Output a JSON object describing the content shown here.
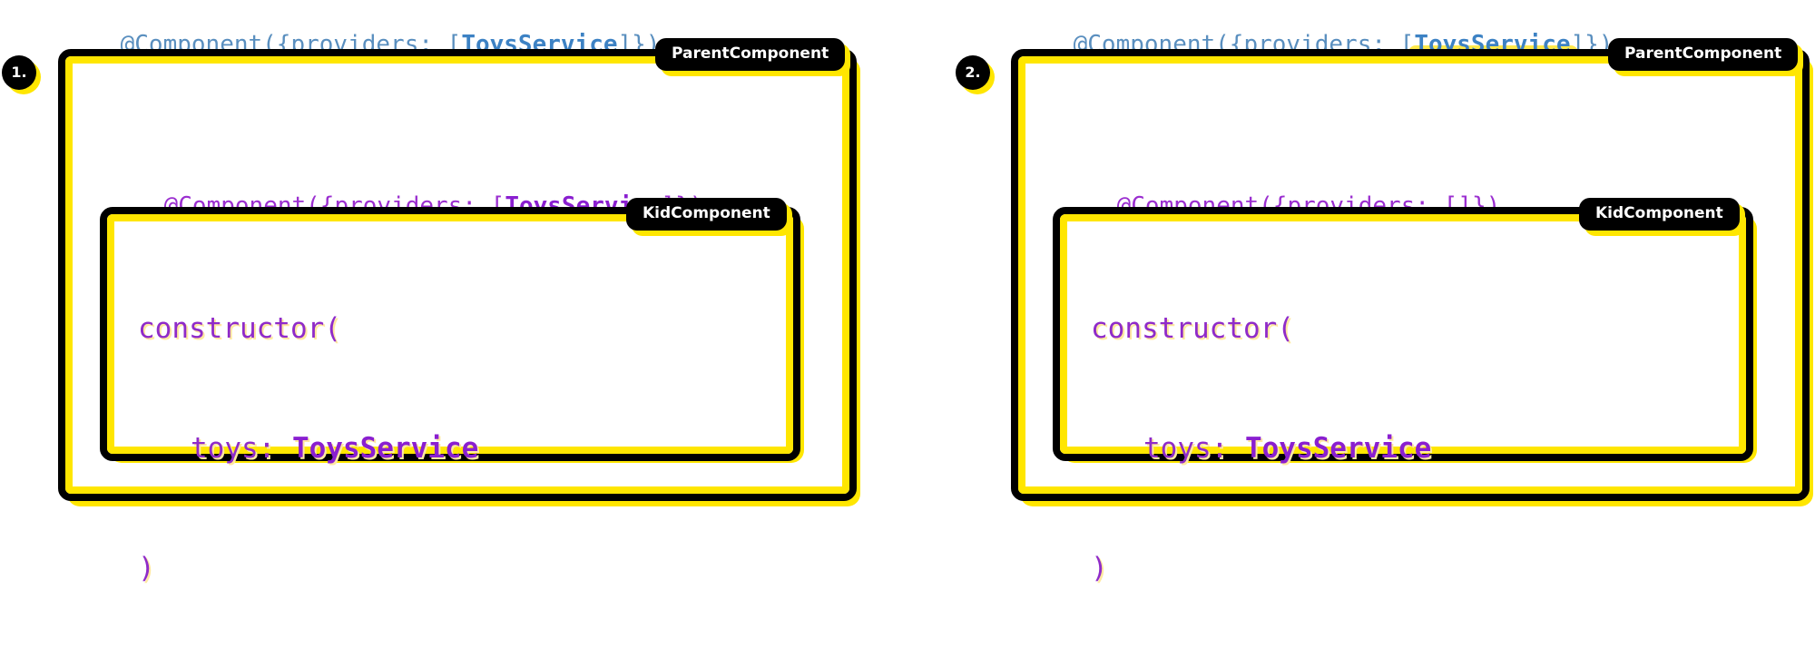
{
  "panels": [
    {
      "number": "1.",
      "parent_decorator": {
        "prefix": "@Component({providers: [",
        "service": "ToysService",
        "suffix": "]})"
      },
      "parent_label": "ParentComponent",
      "kid_decorator": {
        "prefix": "@Component({providers: [",
        "service": "ToysService",
        "suffix": "]})"
      },
      "kid_label": "KidComponent",
      "constructor": {
        "open": "constructor(",
        "param": "toys: ",
        "type": "ToysService",
        "close": ")"
      }
    },
    {
      "number": "2.",
      "parent_decorator": {
        "prefix": "@Component({providers: [",
        "service": "ToysService",
        "suffix": "]})"
      },
      "parent_label": "ParentComponent",
      "kid_decorator": {
        "prefix": "@Component({providers: []})"
      },
      "kid_label": "KidComponent",
      "constructor": {
        "open": "constructor(",
        "param": "toys: ",
        "type": "ToysService",
        "close": ")"
      }
    }
  ],
  "colors": {
    "highlight": "#ffe600",
    "parent_code": "#5a8fbf",
    "kid_code": "#9b2fd0",
    "frame": "#000000"
  }
}
